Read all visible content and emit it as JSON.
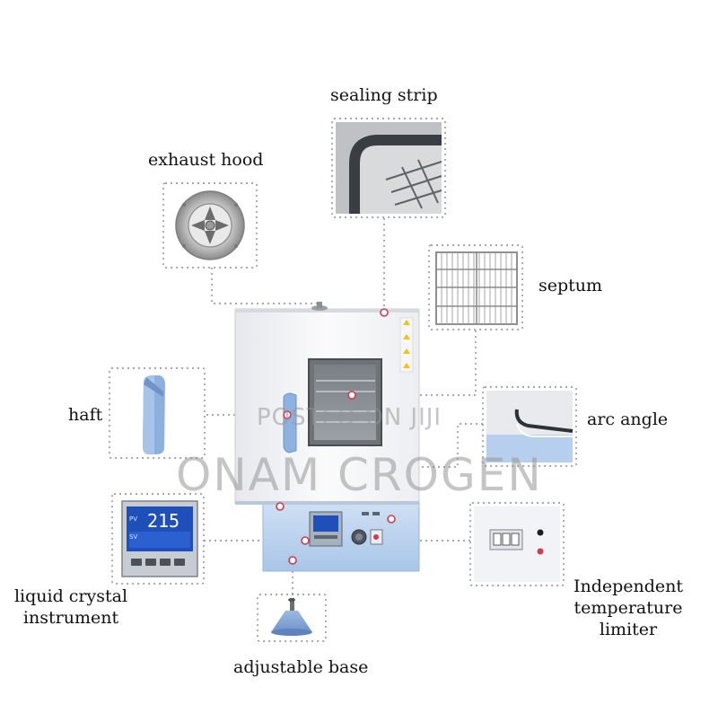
{
  "labels": {
    "sealing_strip": "sealing strip",
    "exhaust_hood": "exhaust hood",
    "septum": "septum",
    "haft": "haft",
    "arc_angle": "arc angle",
    "lcd_line1": "liquid crystal",
    "lcd_line2": "instrument",
    "limiter_line1": "Independent",
    "limiter_line2": "temperature",
    "limiter_line3": "limiter",
    "adjustable_base": "adjustable base"
  },
  "watermark": {
    "line1": "POSTED ON JIJI",
    "line2": "ONAM CROGEN"
  },
  "display": {
    "reading": "215",
    "pv": "PV",
    "sv": "SV"
  },
  "colors": {
    "leader": "#8a8a8a",
    "marker": "#d33a4a",
    "cabinet": "#f2f3f5",
    "base_panel": "#bcd4ef",
    "handle": "#8fb1e0"
  }
}
